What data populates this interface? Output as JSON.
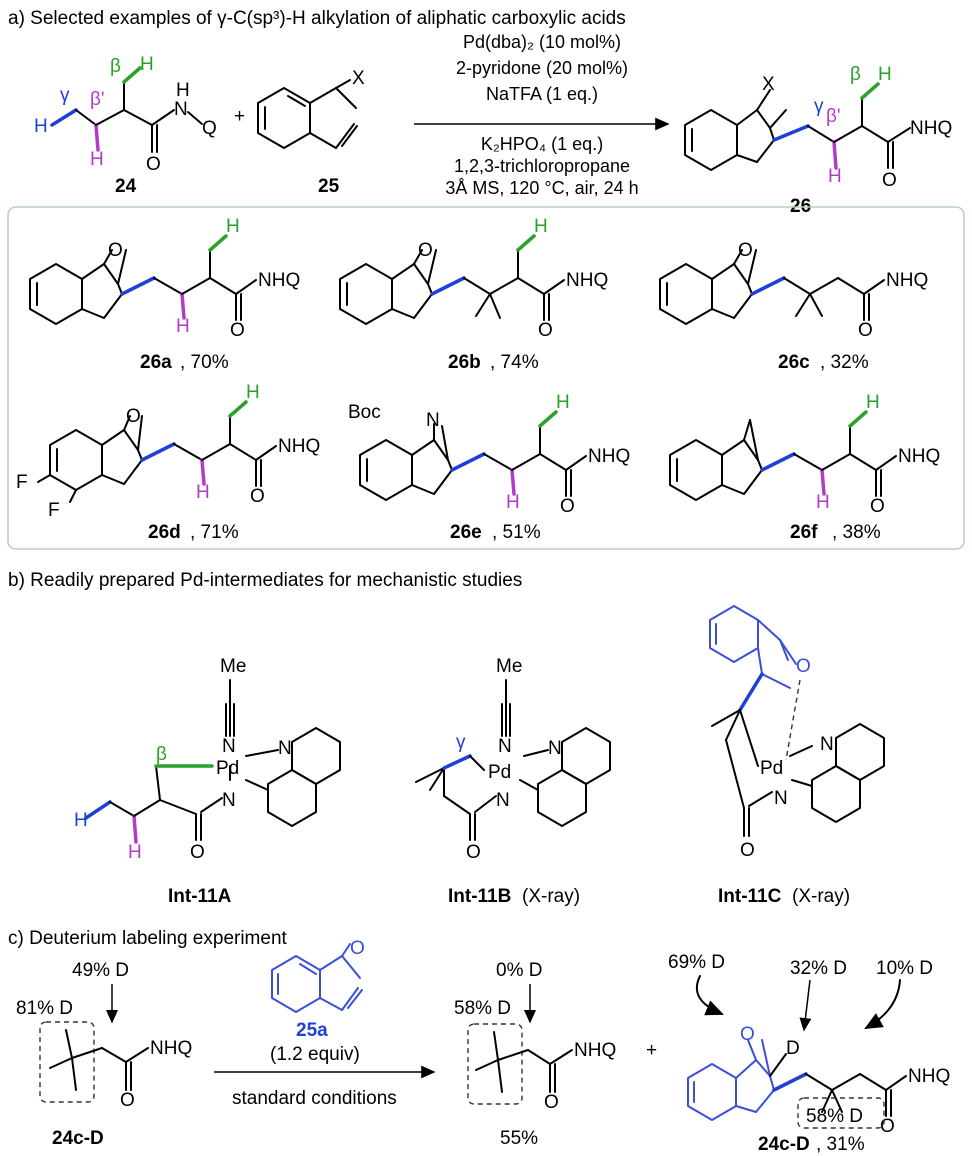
{
  "section_a": {
    "title": "a) Selected examples of γ-C(sp³)-H alkylation of aliphatic carboxylic acids",
    "reactant_1": "24",
    "reactant_2": "25",
    "product": "26",
    "plus": "+",
    "conditions": [
      "Pd(dba)₂ (10 mol%)",
      "2-pyridone (20 mol%)",
      "NaTFA (1 eq.)",
      "K₂HPO₄ (1 eq.)",
      "1,2,3-trichloropropane",
      "3Å MS, 120 °C, air, 24 h"
    ],
    "atom_labels": {
      "gamma": "γ",
      "beta_prime": "β'",
      "beta": "β",
      "H": "H",
      "N": "N",
      "O": "O",
      "Q": "Q",
      "X": "X",
      "NHQ": "NHQ"
    },
    "examples": [
      {
        "id": "26a",
        "yield": ", 70%"
      },
      {
        "id": "26b",
        "yield": ", 74%"
      },
      {
        "id": "26c",
        "yield": ", 32%"
      },
      {
        "id": "26d",
        "yield": ", 71%"
      },
      {
        "id": "26e",
        "yield": ", 51%"
      },
      {
        "id": "26f",
        "yield": ", 38%"
      }
    ],
    "substituents": {
      "F": "F",
      "Boc": "Boc"
    }
  },
  "section_b": {
    "title": "b) Readily prepared Pd-intermediates for mechanistic studies",
    "intermediates": [
      {
        "id": "Int-11A",
        "note": ""
      },
      {
        "id": "Int-11B",
        "note": " (X-ray)"
      },
      {
        "id": "Int-11C",
        "note": " (X-ray)"
      }
    ],
    "labels": {
      "Me": "Me",
      "Pd": "Pd",
      "N": "N"
    }
  },
  "section_c": {
    "title": "c) Deuterium labeling experiment",
    "start": {
      "id": "24c-D",
      "d_alpha": "49% D",
      "d_methyl": "81% D"
    },
    "reagent": {
      "id": "25a",
      "amount": "(1.2 equiv)"
    },
    "conditions": "standard conditions",
    "recovered": {
      "d_alpha": "0% D",
      "d_methyl": "58% D",
      "yield": "55%"
    },
    "product": {
      "id": "24c-D",
      "yield": ", 31%",
      "d1": "69% D",
      "d2": "32% D",
      "d3": "10% D",
      "d_methyl": "58% D",
      "D": "D"
    }
  },
  "colors": {
    "blue": "#1f3fd6",
    "green": "#2aa12a",
    "magenta": "#b23cc9",
    "panel_border": "#b9d3b9"
  }
}
